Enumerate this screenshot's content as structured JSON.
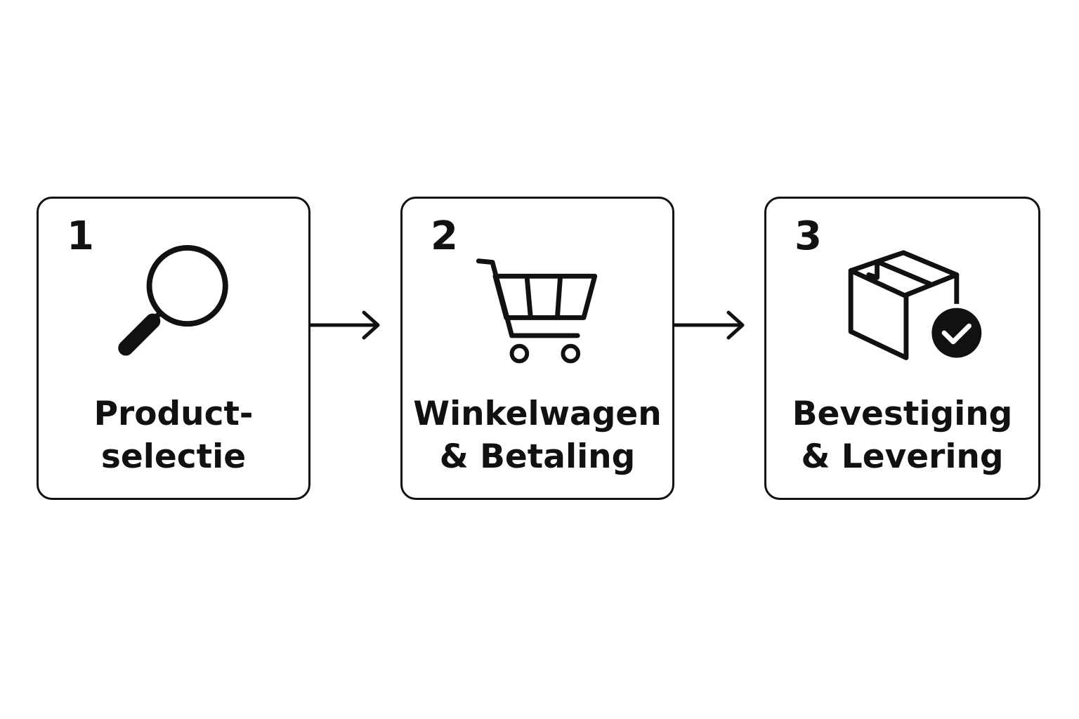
{
  "steps": [
    {
      "number": "1",
      "label_line1": "Product-",
      "label_line2": "selectie",
      "icon": "magnifying-glass-icon"
    },
    {
      "number": "2",
      "label_line1": "Winkelwagen",
      "label_line2": "& Betaling",
      "icon": "shopping-cart-icon"
    },
    {
      "number": "3",
      "label_line1": "Bevestiging",
      "label_line2": "& Levering",
      "icon": "package-check-icon"
    }
  ],
  "colors": {
    "stroke": "#111111",
    "background": "#ffffff"
  }
}
